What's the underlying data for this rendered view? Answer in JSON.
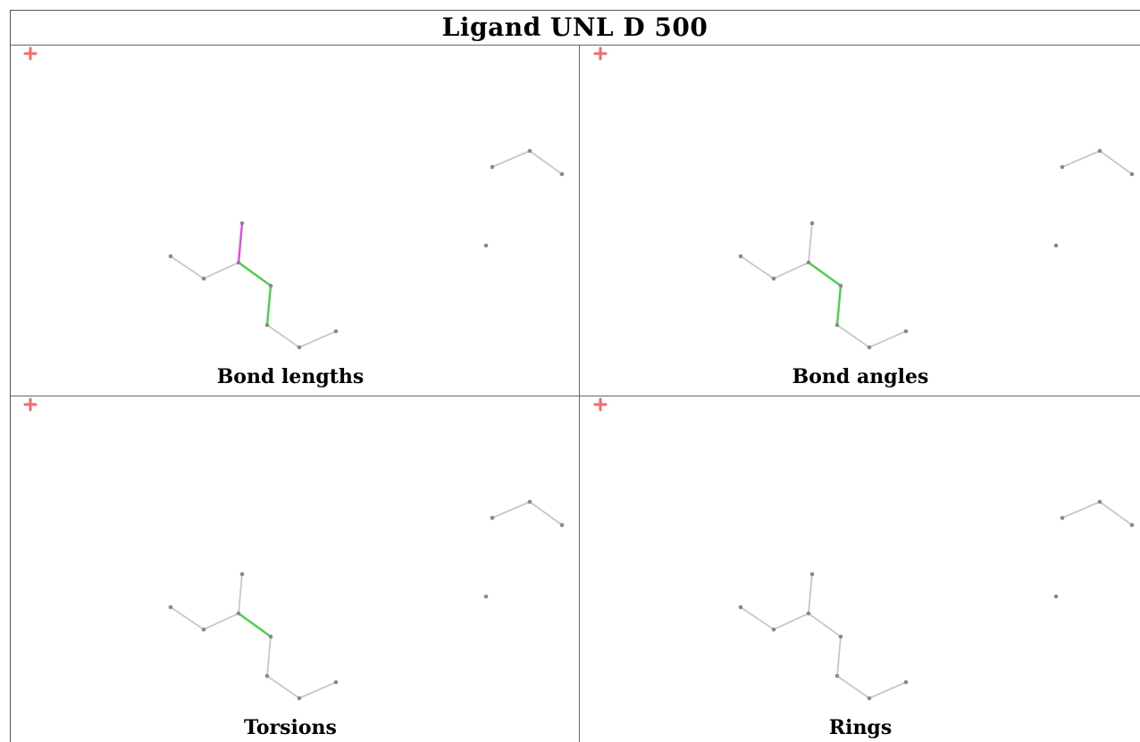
{
  "title": "Ligand UNL D 500",
  "colors": {
    "bond": "#c8c8c8",
    "atom": "#8a8a8a",
    "highlight_green": "#4ccf4c",
    "highlight_magenta": "#d94fe0",
    "marker": "#f26b6b"
  },
  "panels": [
    {
      "caption": "Bond lengths",
      "highlights": [
        {
          "bond": "2-3",
          "color": "highlight_magenta"
        },
        {
          "bond": "2-4",
          "color": "highlight_green"
        },
        {
          "bond": "4-5",
          "color": "highlight_green"
        }
      ]
    },
    {
      "caption": "Bond angles",
      "highlights": [
        {
          "bond": "2-4",
          "color": "highlight_green"
        },
        {
          "bond": "4-5",
          "color": "highlight_green"
        }
      ]
    },
    {
      "caption": "Torsions",
      "highlights": [
        {
          "bond": "2-4",
          "color": "highlight_green"
        }
      ]
    },
    {
      "caption": "Rings",
      "highlights": []
    }
  ]
}
